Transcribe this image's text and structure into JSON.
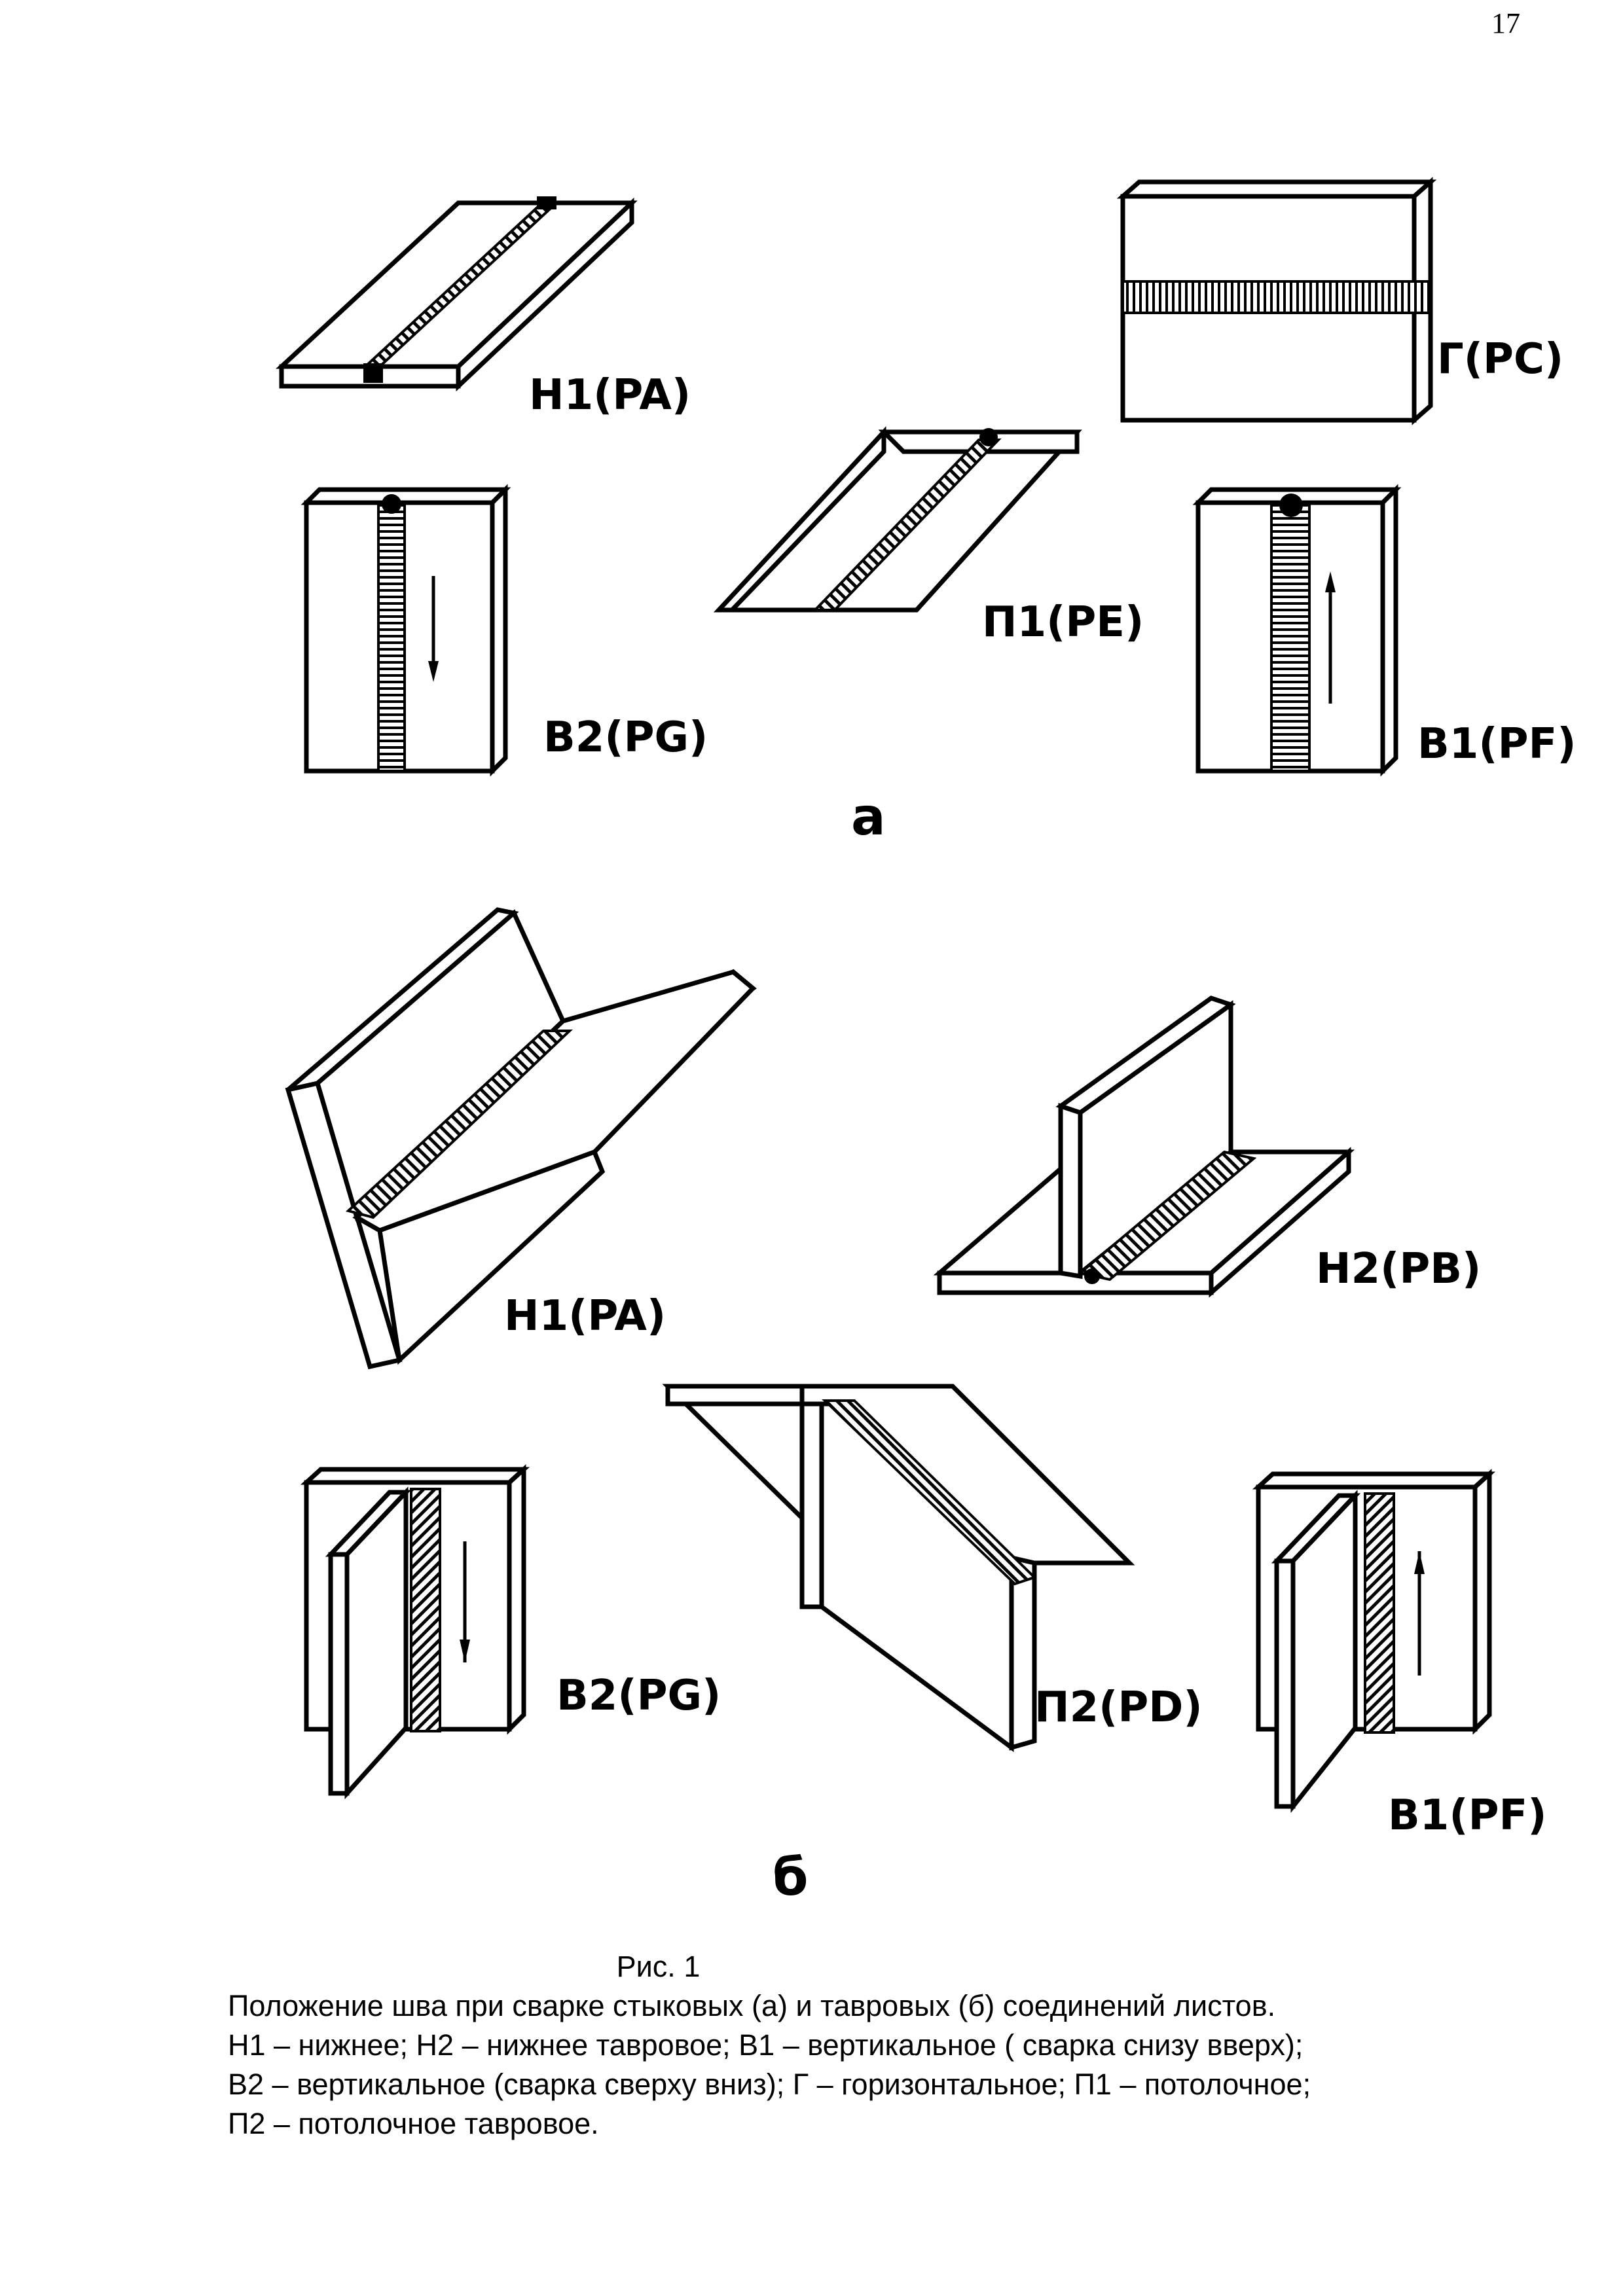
{
  "page_number": "17",
  "figure": {
    "section_a": {
      "letter": "а",
      "labels": [
        "Н1(PA)",
        "Г(PC)",
        "П1(PE)",
        "В2(PG)",
        "В1(PF)"
      ]
    },
    "section_b": {
      "letter": "б",
      "labels": [
        "Н1(PA)",
        "Н2(PB)",
        "В2(PG)",
        "П2(PD)",
        "В1(PF)"
      ]
    }
  },
  "caption": {
    "title": "Рис. 1",
    "lines": [
      "Положение шва при сварке стыковых (а) и тавровых (б) соединений листов.",
      "Н1 – нижнее; Н2 – нижнее тавровое; В1 – вертикальное ( сварка снизу вверх);",
      "В2 – вертикальное (сварка сверху вниз); Г – горизонтальное; П1 – потолочное;",
      "П2 – потолочное тавровое."
    ]
  }
}
